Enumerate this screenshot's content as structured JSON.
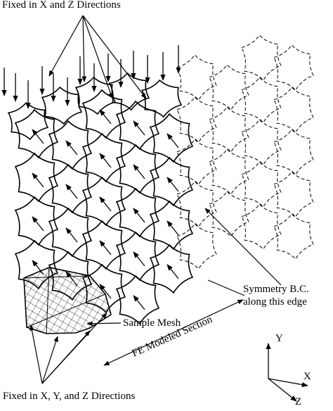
{
  "labels": {
    "fixed_xz": "Fixed in X and Z Directions",
    "fixed_xyz": "Fixed in X, Y, and Z Directions",
    "symmetry_line1": "Symmetry B.C.",
    "symmetry_line2": "along this edge",
    "sample_mesh": "Sample Mesh",
    "fe_section": "FE Modeled Section"
  },
  "axes": {
    "y": "Y",
    "x": "X",
    "z": "Z"
  }
}
